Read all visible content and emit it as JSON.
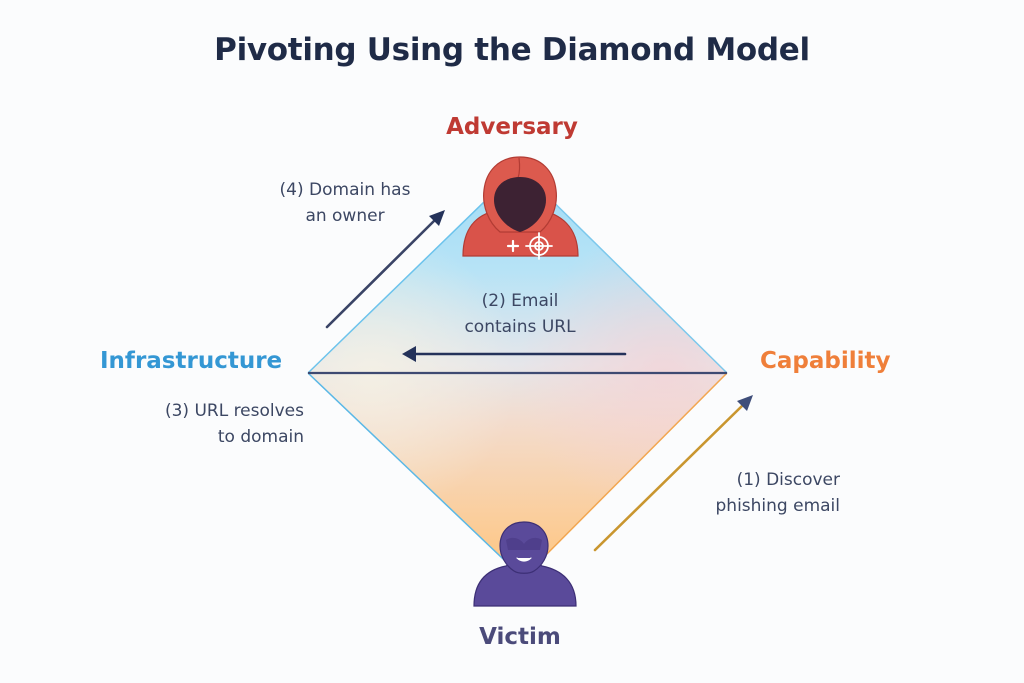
{
  "title": "Pivoting Using the Diamond Model",
  "nodes": {
    "adversary": {
      "label": "Adversary",
      "color": "#bf3a33",
      "icon": "hooded-hacker-icon"
    },
    "infrastructure": {
      "label": "Infrastructure",
      "color": "#3497d4"
    },
    "capability": {
      "label": "Capability",
      "color": "#ef7f3a"
    },
    "victim": {
      "label": "Victim",
      "color": "#4b4b7a",
      "icon": "person-silhouette-icon"
    }
  },
  "steps": [
    {
      "id": 1,
      "lines": [
        "(1) Discover",
        "phishing email"
      ],
      "from": "victim",
      "to": "capability",
      "arrow_color": "#c9962f",
      "head_color": "#3f4e7a"
    },
    {
      "id": 2,
      "lines": [
        "(2) Email",
        "contains URL"
      ],
      "from": "capability",
      "to": "infrastructure",
      "arrow_color": "#24325a",
      "head_color": "#24325a"
    },
    {
      "id": 3,
      "lines": [
        "(3) URL resolves",
        "to domain"
      ],
      "from": "infrastructure",
      "to": "infrastructure",
      "arrow_color": "",
      "head_color": ""
    },
    {
      "id": 4,
      "lines": [
        "(4) Domain has",
        "an owner"
      ],
      "from": "infrastructure",
      "to": "adversary",
      "arrow_color": "#3a4466",
      "head_color": "#24325a"
    }
  ],
  "colors": {
    "title": "#1f2b47",
    "step_text": "#3c4763",
    "diamond_top": "#8fd3f4",
    "diamond_bottom": "#ffc27a",
    "diamond_edge_left": "#5ab8e6",
    "diamond_edge_right": "#f2a650",
    "axis_line": "#3e4a72"
  }
}
